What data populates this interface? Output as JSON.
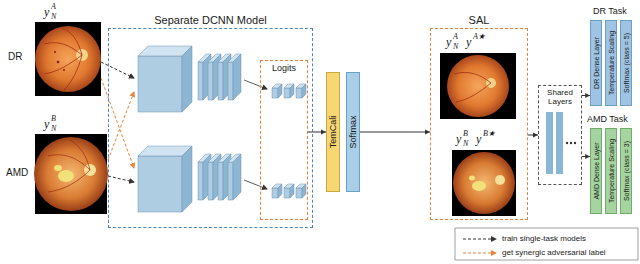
{
  "diagram": {
    "nodes": [
      {
        "text": [
          "Separate DCNN Model"
        ]
      },
      {
        "text": [
          "Logits"
        ],
        "in": 0
      },
      {
        "text": [
          "TemCali"
        ]
      },
      {
        "text": [
          "Softmax"
        ]
      },
      {
        "text": [
          "SAL"
        ]
      },
      {
        "text": [
          "Shared Layers"
        ]
      },
      {
        "text": [
          "DR Dense Layer"
        ]
      },
      {
        "text": [
          "Temperature Scaling"
        ]
      },
      {
        "text": [
          "Softmax (class = 5)"
        ]
      },
      {
        "text": [
          "AMD Dense Layer"
        ]
      },
      {
        "text": [
          "Temperature Scaling"
        ]
      },
      {
        "text": [
          "Softmax (class = 3)"
        ]
      }
    ],
    "edges": [
      {
        "from": 1,
        "to": 2,
        "arrow": "to"
      },
      {
        "from": 3,
        "to": 4,
        "arrow": "to"
      },
      {
        "from": 4,
        "to": 5,
        "arrow": "to"
      },
      {
        "from": 5,
        "to": 6,
        "arrow": "to"
      },
      {
        "from": 5,
        "to": 9,
        "arrow": "to"
      }
    ],
    "labels": [
      "DR",
      "AMD",
      "y",
      "N",
      "A",
      "y",
      "N",
      "B",
      "y",
      "N",
      "A",
      "y",
      "A★",
      "y",
      "N",
      "B",
      "y",
      "B★",
      "DR Task",
      "AMD Task"
    ],
    "legend": [
      {
        "text": "train single-task models"
      },
      {
        "text": "get synergic adversarial label"
      }
    ]
  }
}
